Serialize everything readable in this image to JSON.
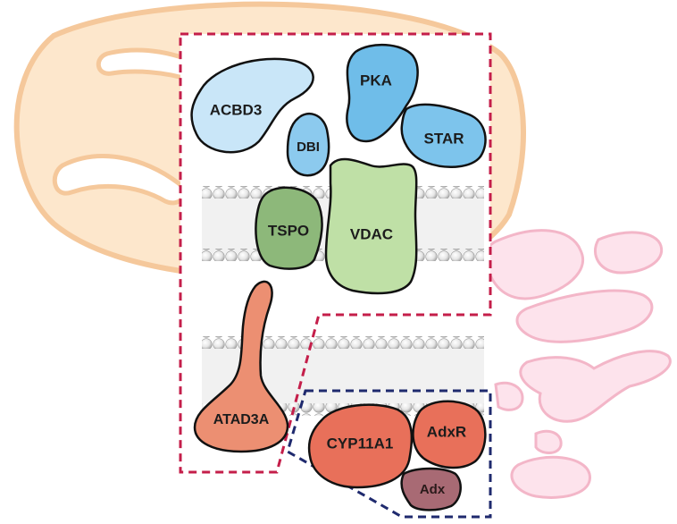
{
  "diagram": {
    "proteins": {
      "acbd3": "ACBD3",
      "pka": "PKA",
      "dbi": "DBI",
      "star": "STAR",
      "tspo": "TSPO",
      "vdac": "VDAC",
      "atad3a": "ATAD3A",
      "cyp11a1": "CYP11A1",
      "adxr": "AdxR",
      "adx": "Adx"
    },
    "colors": {
      "acbd3": "#c9e6f8",
      "pka": "#6fbde9",
      "dbi": "#8ccaee",
      "star": "#7dc4ec",
      "tspo": "#8db87a",
      "vdac": "#bfe0a6",
      "atad3a": "#ec8f72",
      "cyp11a1": "#e8705a",
      "adxr": "#e8705a",
      "adx": "#a86a74",
      "outer_box_border": "#c41e4a",
      "inner_box_border": "#1f2a6e",
      "mitochondrion_fill": "#fde7cc",
      "mitochondrion_stroke": "#f5c89b",
      "er_fill": "#fde3ec",
      "er_stroke": "#f3b6c8",
      "membrane_bead": "#e0e0e0"
    }
  }
}
